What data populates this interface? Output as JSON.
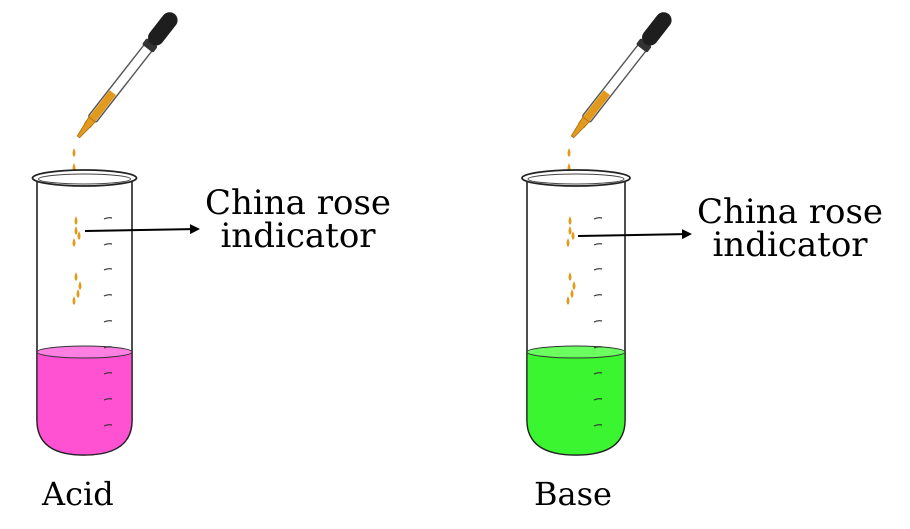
{
  "diagram": {
    "setups": [
      {
        "id": "acid",
        "solution_label": "Acid",
        "indicator_label_line1": "China rose",
        "indicator_label_line2": "indicator",
        "solution_color": "#ff52d3",
        "solution_top_color": "#ff7fe2"
      },
      {
        "id": "base",
        "solution_label": "Base",
        "indicator_label_line1": "China rose",
        "indicator_label_line2": "indicator",
        "solution_color": "#3af530",
        "solution_top_color": "#6cff60"
      }
    ],
    "indicator_color": "#e39a1c",
    "dropper_bulb_color": "#1e1e1e"
  }
}
